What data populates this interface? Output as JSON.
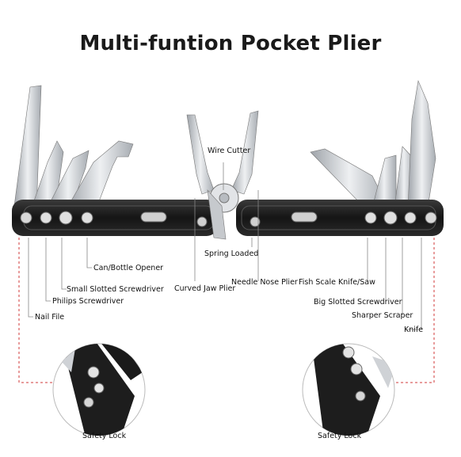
{
  "title": "Multi-funtion Pocket Plier",
  "labels": {
    "wire_cutter": "Wire Cutter",
    "can_bottle_opener": "Can/Bottle Opener",
    "spring_loaded": "Spring Loaded",
    "small_slotted_screwdriver": "Small Slotted Screwdriver",
    "curved_jaw_plier": "Curved Jaw Plier",
    "needle_nose_plier": "Needle Nose Plier",
    "fish_scale_knife_saw": "Fish Scale Knife/Saw",
    "philips_screwdriver": "Philips Screwdriver",
    "big_slotted_screwdriver": "Big Slotted Screwdriver",
    "sharper_scraper": "Sharper Scraper",
    "nail_file": "Nail File",
    "knife": "Knife",
    "safety_lock_left": "Safety Lock",
    "safety_lock_right": "Safety Lock"
  },
  "colors": {
    "steel": "#c9ccd0",
    "handle": "#1b1b1b",
    "leader": "#888888",
    "dash": "#d23a3a"
  }
}
